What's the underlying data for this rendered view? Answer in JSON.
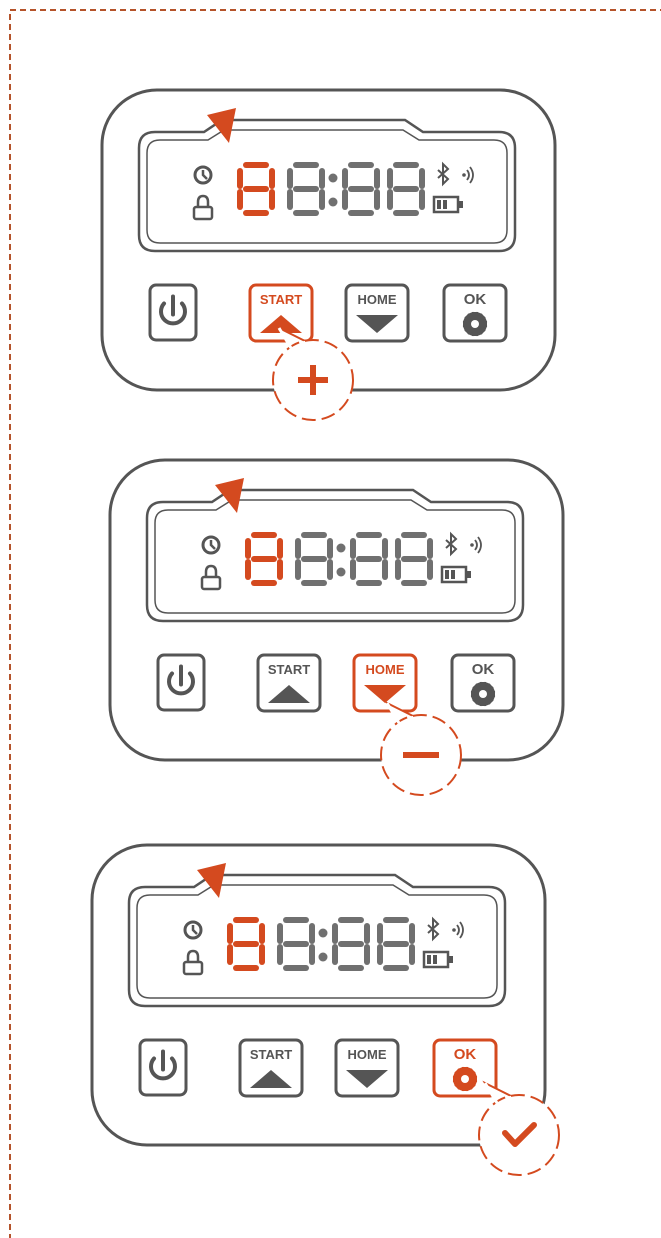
{
  "colors": {
    "frame": "#555555",
    "segment_inactive": "#707070",
    "highlight": "#d44a1f",
    "border_dashed": "#b5532a",
    "white": "#ffffff"
  },
  "icons": {
    "power": "power-icon",
    "clock": "clock-icon",
    "lock": "lock-icon",
    "bluetooth": "bluetooth-icon",
    "signal": "signal-icon",
    "battery": "battery-icon",
    "up": "triangle-up-icon",
    "down": "triangle-down-icon",
    "gear": "gear-icon",
    "pointer": "pointer-arrow-icon"
  },
  "buttons": {
    "start": "START",
    "home": "HOME",
    "ok": "OK"
  },
  "panels": [
    {
      "id": "increase",
      "active_button": "start",
      "callout_symbol": "+",
      "callout_icon": "plus-icon"
    },
    {
      "id": "decrease",
      "active_button": "home",
      "callout_symbol": "−",
      "callout_icon": "minus-icon"
    },
    {
      "id": "confirm",
      "active_button": "ok",
      "callout_symbol": "✓",
      "callout_icon": "checkmark-icon"
    }
  ]
}
